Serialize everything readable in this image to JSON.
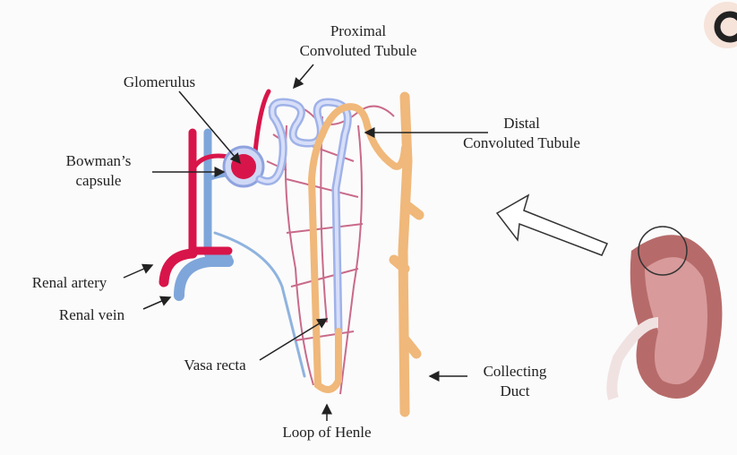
{
  "labels": {
    "proximal_line1": "Proximal",
    "proximal_line2": "Convoluted Tubule",
    "glomerulus": "Glomerulus",
    "bowmans_line1": "Bowman’s",
    "bowmans_line2": "capsule",
    "distal_line1": "Distal",
    "distal_line2": "Convoluted Tubule",
    "renal_artery": "Renal artery",
    "renal_vein": "Renal vein",
    "vasa_recta": "Vasa recta",
    "collecting_line1": "Collecting",
    "collecting_line2": "Duct",
    "loop_of_henle": "Loop of Henle"
  },
  "colors": {
    "artery": "#d8154a",
    "vein": "#8fb3df",
    "tubule_blue": "#b6c4ee",
    "tubule_orange": "#f4c58e",
    "capillary": "#c96a8a",
    "kidney": "#b66b6a"
  }
}
